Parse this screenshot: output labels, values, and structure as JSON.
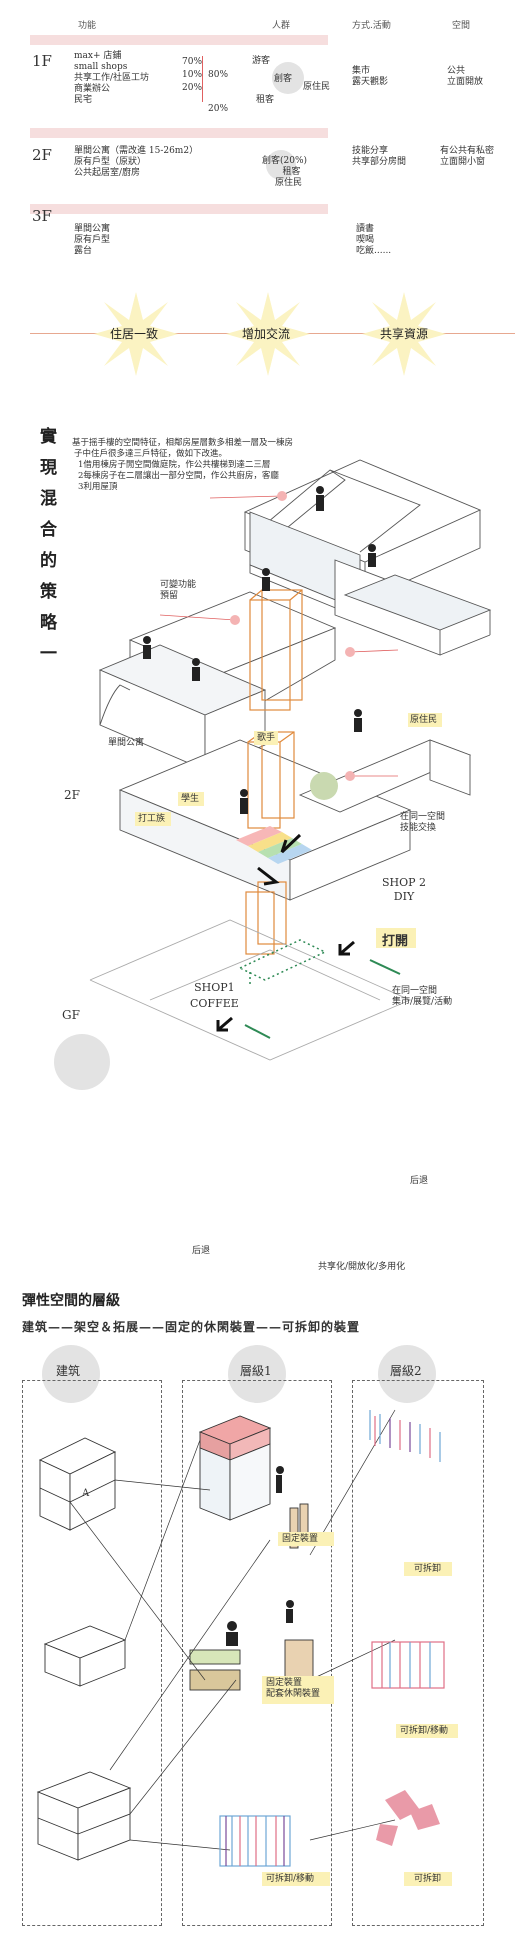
{
  "table": {
    "headers": {
      "function": "功能",
      "people": "人群",
      "method": "方式.活動",
      "space": "空間"
    },
    "floors": {
      "f1": "1F",
      "f2": "2F",
      "f3": "3F"
    },
    "f1_functions": [
      "max+ 店鋪",
      "small shops",
      "共享工作/社區工坊",
      "商業辦公",
      "民宅"
    ],
    "f1_percents": [
      "70%",
      "10%",
      "20%"
    ],
    "f1_percent_mid": "80%",
    "f1_percent_low": "20%",
    "f1_people": [
      "游客",
      "創客",
      "租客",
      "原住民"
    ],
    "f1_method": [
      "集市",
      "露天觀影"
    ],
    "f1_space": [
      "公共",
      "立面開放"
    ],
    "f2_functions": [
      "單間公寓（需改進 15-26m2）",
      "原有戶型（原狀）",
      "公共起居室/廚房"
    ],
    "f2_people": [
      "創客(20%)",
      "租客",
      "原住民"
    ],
    "f2_method": [
      "技能分享",
      "共享部分房間"
    ],
    "f2_space": [
      "有公共有私密",
      "立面開小窗"
    ],
    "f3_functions": [
      "單間公寓",
      "原有戶型",
      "露台"
    ],
    "f3_method": [
      "讀書",
      "喫喝",
      "吃飯......"
    ]
  },
  "goals": [
    "住居一致",
    "增加交流",
    "共享資源"
  ],
  "strategy": {
    "vertical_title": [
      "實",
      "現",
      "混",
      "合",
      "的",
      "策",
      "略",
      "一"
    ],
    "notes": [
      "基于摇手樓的空間特征，相鄰房屋層數多相差一層及一棟房",
      "子中住戶很多達三戶特征，做如下改進。",
      "1借用棟房子閒空間做庭院，作公共樓梯到達二三層",
      "2每棟房子在二層讓出一部分空間，作公共廚房，客廳",
      "3利用屋頂"
    ],
    "labels": {
      "flex": [
        "可變功能",
        "預留"
      ],
      "studio": "單間公寓",
      "singer": "歌手",
      "resident": "原住民",
      "student": "學生",
      "worker": "打工族",
      "f2": "2F",
      "gf": "GF",
      "skill": [
        "在同一空間",
        "技能交換"
      ],
      "shop2": [
        "SHOP 2",
        "DIY"
      ],
      "shop1": [
        "SHOP1",
        "COFFEE"
      ],
      "open": "打開",
      "market": [
        "在同一空間",
        "集市/展覽/活動"
      ],
      "retreat1": "后退",
      "retreat2": "后退",
      "share": "共享化/開放化/多用化"
    }
  },
  "levels": {
    "title": "彈性空間的層級",
    "subtitle": "建筑——架空＆拓展——固定的休閑裝置——可拆卸的裝置",
    "columns": [
      "建筑",
      "層級1",
      "層級2"
    ],
    "a_label": "A",
    "labels": {
      "fixed": "固定裝置",
      "fixed_leisure": [
        "固定裝置",
        "配套休閑裝置"
      ],
      "movable1": "可拆卸/移動",
      "detach1": "可拆卸",
      "movable2": "可拆卸/移動",
      "detach2": "可拆卸"
    }
  },
  "colors": {
    "pink": "#f6dede",
    "accent": "#e06060",
    "orange": "#e08a3c",
    "green": "#2e8a55",
    "yellow": "#fbf1b6"
  }
}
